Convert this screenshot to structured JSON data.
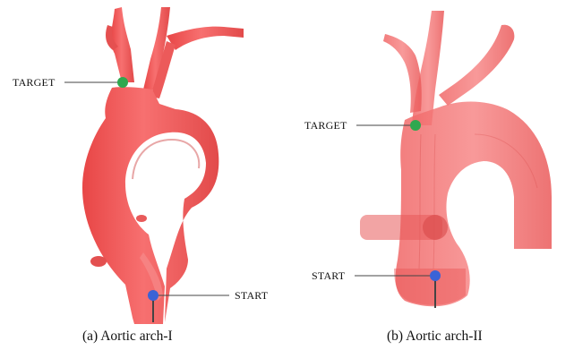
{
  "panels": [
    {
      "caption": "(a) Aortic arch-I",
      "target_label": "TARGET",
      "start_label": "START"
    },
    {
      "caption": "(b) Aortic arch-II",
      "target_label": "TARGET",
      "start_label": "START"
    }
  ],
  "colors": {
    "vessel": "#f05a5a",
    "vessel_dark": "#d83a3a",
    "target_marker": "#2fa84f",
    "start_marker": "#3b63d6",
    "leader_line": "#444444"
  }
}
